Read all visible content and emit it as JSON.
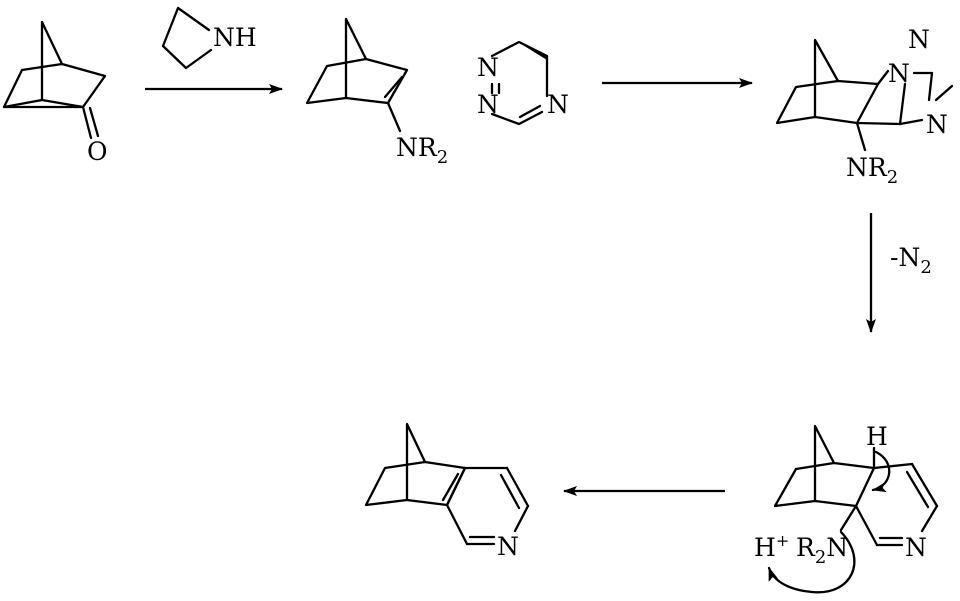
{
  "compounds": {
    "ketone": {
      "oxygen": "O"
    },
    "amine": {
      "nh": "NH"
    },
    "enamine": {
      "n": "NR",
      "sub": "2"
    },
    "triazine": {
      "n1": "N",
      "n2": "N",
      "n3": "N"
    },
    "adduct": {
      "n_top": "N",
      "n_bridge": "N",
      "n_ring": "N",
      "amine_n": "NR",
      "amine_sub": "2"
    },
    "intermediate": {
      "h": "H",
      "h_plus": "H",
      "plus": "+",
      "r": "R",
      "r_sub": "2",
      "r_n": "N",
      "n_ring": "N"
    },
    "product": {
      "n": "N"
    }
  },
  "arrows": {
    "step3_label_prefix": "-N",
    "step3_label_sub": "2"
  }
}
